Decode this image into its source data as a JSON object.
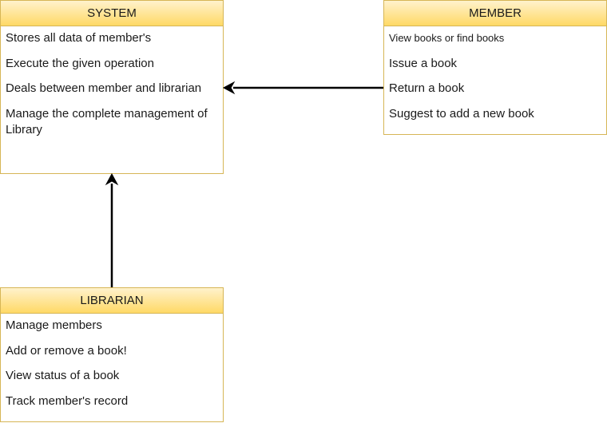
{
  "system": {
    "title": "SYSTEM",
    "items": [
      "Stores all data of member's",
      "Execute the given operation",
      "Deals between member and librarian",
      "Manage the complete management of Library"
    ]
  },
  "member": {
    "title": "MEMBER",
    "items": [
      "View books or find books",
      "Issue a book",
      "Return a book",
      "Suggest to add a new book"
    ]
  },
  "librarian": {
    "title": "LIBRARIAN",
    "items": [
      "Manage members",
      "Add or remove a book!",
      "View status of a book",
      "Track member's record"
    ]
  },
  "colors": {
    "header_top": "#fff2cc",
    "header_bottom": "#ffd966",
    "border": "#d6b656",
    "arrow": "#000000"
  }
}
